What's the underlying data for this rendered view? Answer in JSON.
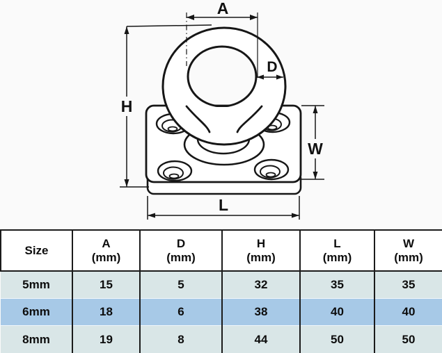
{
  "diagram": {
    "labels": {
      "A": "A",
      "D": "D",
      "H": "H",
      "L": "L",
      "W": "W"
    }
  },
  "table": {
    "columns": [
      {
        "title": "Size",
        "unit": ""
      },
      {
        "title": "A",
        "unit": "(mm)"
      },
      {
        "title": "D",
        "unit": "(mm)"
      },
      {
        "title": "H",
        "unit": "(mm)"
      },
      {
        "title": "L",
        "unit": "(mm)"
      },
      {
        "title": "W",
        "unit": "(mm)"
      }
    ],
    "rows": [
      {
        "size": "5mm",
        "values": [
          "15",
          "5",
          "32",
          "35",
          "35"
        ]
      },
      {
        "size": "6mm",
        "values": [
          "18",
          "6",
          "38",
          "40",
          "40"
        ]
      },
      {
        "size": "8mm",
        "values": [
          "19",
          "8",
          "44",
          "50",
          "50"
        ]
      }
    ]
  },
  "colors": {
    "row_light": "#d9e6e7",
    "row_highlight": "#a7c9e7",
    "table_border": "#1b1b1b",
    "line_color": "#161616",
    "header_bg": "#ffffff"
  }
}
